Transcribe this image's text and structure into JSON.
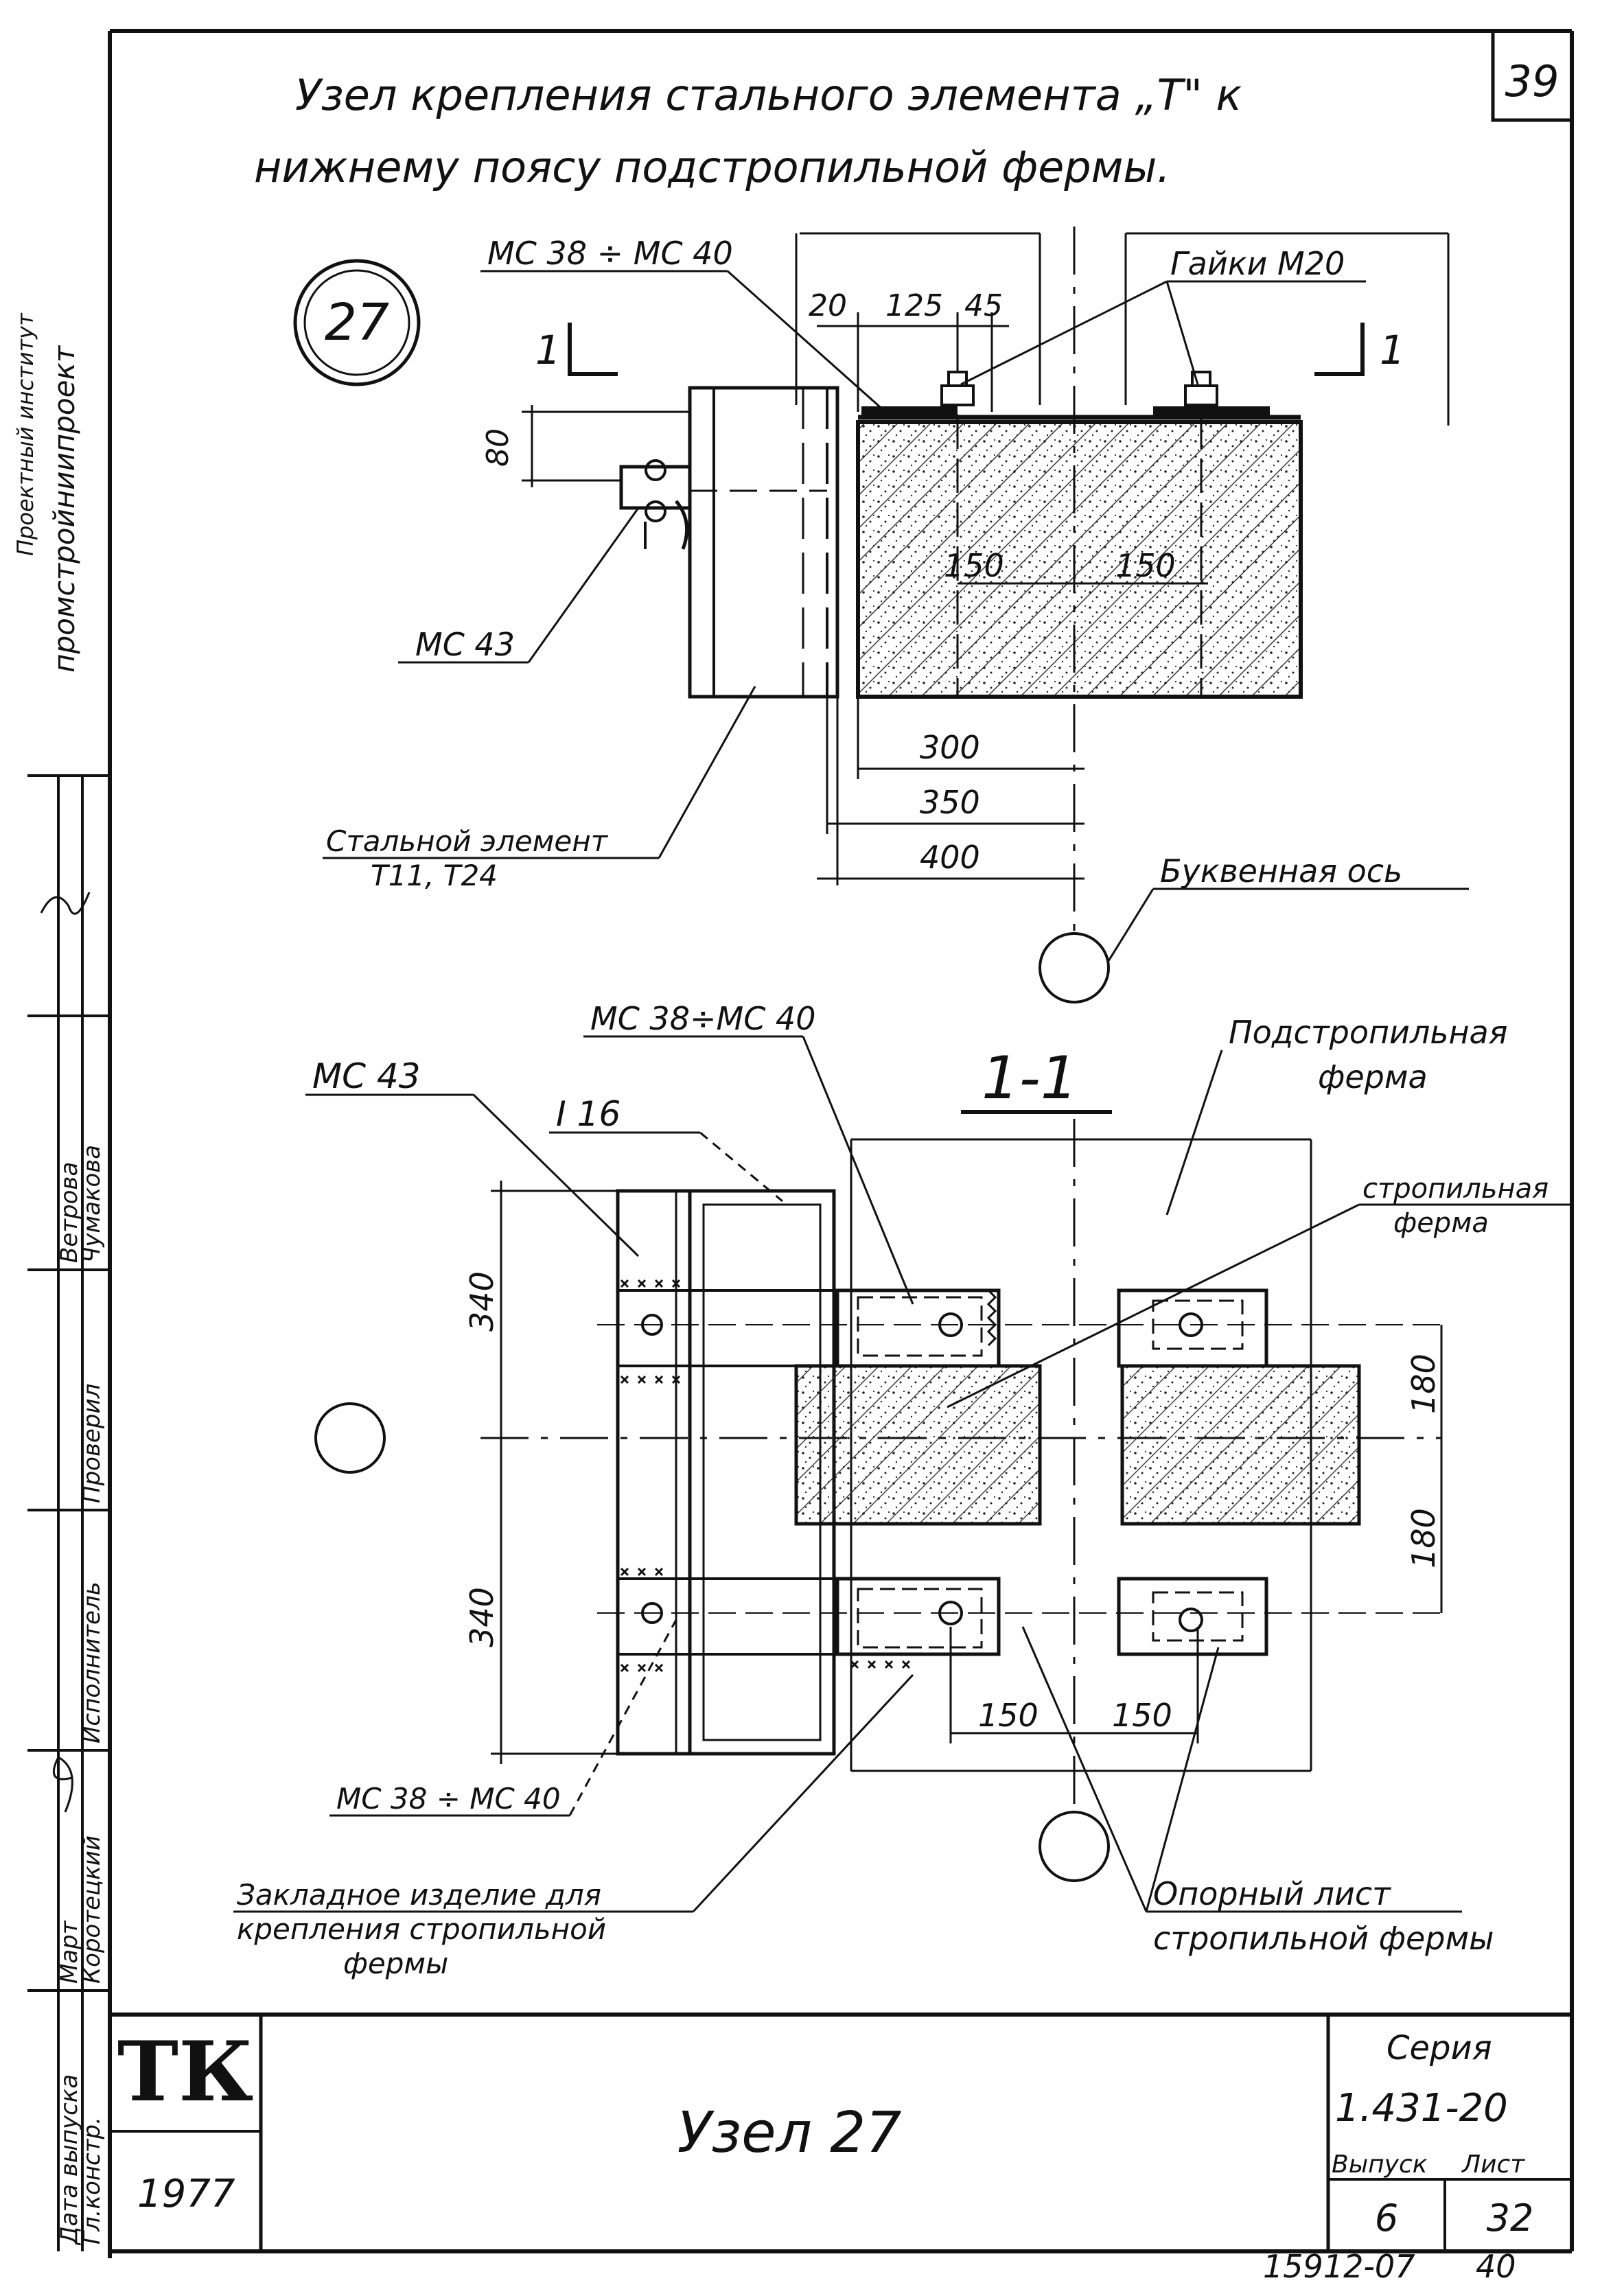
{
  "sheet": {
    "number_top": "39",
    "title_line1": "Узел крепления стального элемента „Т\" к",
    "title_line2": "нижнему поясу подстропильной фермы.",
    "node_number": "27"
  },
  "side_stamp": {
    "org_top": "Проектный институт",
    "org": "промстройниипроект",
    "roles": [
      "Гл.констр.",
      "Исполнитель",
      "Проверил",
      "Дата выпуска"
    ],
    "names": [
      "Коротецкий",
      "Ветрова",
      "Чумакова",
      "Март"
    ],
    "year": "1977"
  },
  "upper_view": {
    "labels": {
      "mc_38_40": "МС 38 ÷ МС 40",
      "nuts": "Гайки М20",
      "mc43": "МС 43",
      "steel_element_line1": "Стальной элемент",
      "steel_element_line2": "Т11, Т24",
      "axis": "Буквенная ось",
      "section_mark_left": "1",
      "section_mark_right": "1"
    },
    "dims": {
      "d20": "20",
      "d125": "125",
      "d45": "45",
      "d80": "80",
      "d150a": "150",
      "d150b": "150",
      "d300": "300",
      "d350": "350",
      "d400": "400"
    }
  },
  "section_view": {
    "title": "1-1",
    "labels": {
      "mc_38_40_top": "МС 38÷МС 40",
      "mc43": "МС 43",
      "i16": "I 16",
      "truss_line1": "Подстропильная",
      "truss_line2": "ферма",
      "rafter_line1": "стропильная",
      "rafter_line2": "ферма",
      "mc_38_40_bottom": "МС 38 ÷ МС 40",
      "embedded_line1": "Закладное изделие для",
      "embedded_line2": "крепления стропильной",
      "embedded_line3": "фермы",
      "plate_line1": "Опорный лист",
      "plate_line2": "стропильной фермы"
    },
    "dims": {
      "v340a": "340",
      "v340b": "340",
      "v180a": "180",
      "v180b": "180",
      "h150a": "150",
      "h150b": "150"
    }
  },
  "title_block": {
    "logo": "ТК",
    "year": "1977",
    "name": "Узел 27",
    "series_label": "Серия",
    "series": "1.431-20",
    "issue_label": "Выпуск",
    "sheet_label": "Лист",
    "issue": "6",
    "sheet": "32"
  },
  "footer": {
    "code": "15912-07",
    "page": "40"
  }
}
